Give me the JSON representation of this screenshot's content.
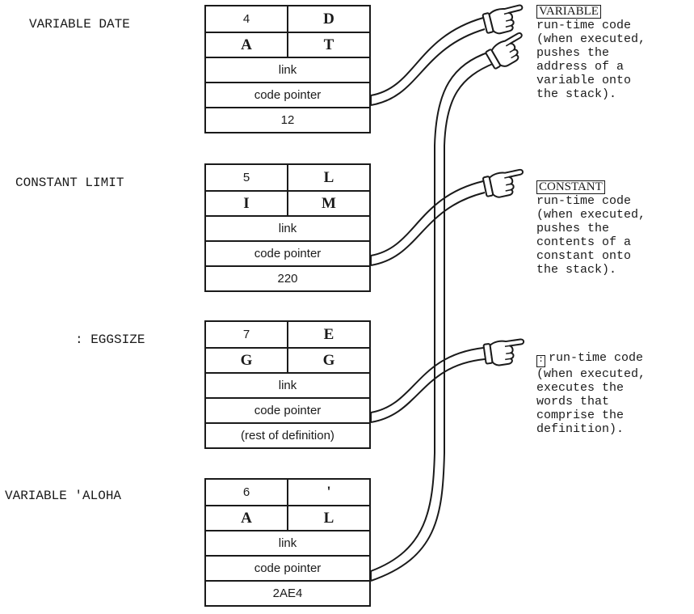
{
  "definitions": [
    {
      "label": "VARIABLE DATE",
      "count": "4",
      "chars": [
        "D",
        "A",
        "T"
      ],
      "link": "link",
      "code_pointer": "code pointer",
      "body": "12"
    },
    {
      "label": "CONSTANT LIMIT",
      "count": "5",
      "chars": [
        "L",
        "I",
        "M"
      ],
      "link": "link",
      "code_pointer": "code pointer",
      "body": "220"
    },
    {
      "label": ": EGGSIZE",
      "count": "7",
      "chars": [
        "E",
        "G",
        "G"
      ],
      "link": "link",
      "code_pointer": "code pointer",
      "body": "(rest of definition)"
    },
    {
      "label": "VARIABLE 'ALOHA",
      "count": "6",
      "chars": [
        "'",
        "A",
        "L"
      ],
      "link": "link",
      "code_pointer": "code pointer",
      "body": "2AE4"
    }
  ],
  "notes": [
    {
      "tag": "VARIABLE",
      "lines": [
        "run-time code",
        "(when executed,",
        "pushes the",
        "address of a",
        "variable onto",
        "the stack)."
      ]
    },
    {
      "tag": "CONSTANT",
      "lines": [
        "run-time code",
        "(when executed,",
        "pushes the",
        "contents of a",
        "constant onto",
        "the stack)."
      ]
    },
    {
      "tag": ":",
      "first_line": "run-time code",
      "lines": [
        "(when executed,",
        "executes the",
        "words that",
        "comprise the",
        "definition)."
      ]
    }
  ],
  "colors": {
    "ink": "#1a1a1a",
    "paper": "#ffffff"
  },
  "icons": [
    "pointing-hand-icon"
  ]
}
